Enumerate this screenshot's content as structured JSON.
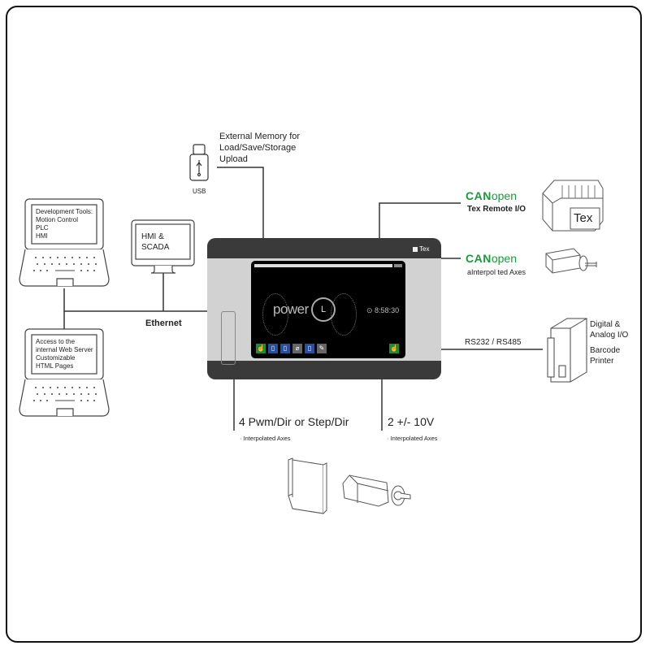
{
  "title": "Power L controller connectivity diagram",
  "device": {
    "brand": "Tex",
    "logo_text": "power",
    "logo_letter": "L",
    "clock": "8:58:30",
    "clock_icon": "clock-icon",
    "screen_buttons": [
      {
        "icon": "hand-icon",
        "color": "#1e8a3c"
      },
      {
        "icon": "document-icon",
        "color": "#2a4f9a"
      },
      {
        "icon": "document-search-icon",
        "color": "#2a4f9a"
      },
      {
        "icon": "paperclip-icon",
        "color": "#666666"
      },
      {
        "icon": "document-lock-icon",
        "color": "#2a4f9a"
      },
      {
        "icon": "document-edit-icon",
        "color": "#666666"
      },
      {
        "icon": "touch-icon",
        "color": "#1e8a3c"
      }
    ]
  },
  "usb": {
    "label": "USB",
    "description": [
      "External Memory for",
      "Load/Save/Storage",
      "Upload"
    ]
  },
  "laptops": [
    {
      "lines": [
        "Development Tools:",
        "Motion Control",
        "PLC",
        "HMI"
      ]
    },
    {
      "lines": [
        "Access to the",
        "internal Web Server",
        "Customizable",
        "HTML Pages"
      ]
    }
  ],
  "hmi": {
    "lines": [
      "HMI &",
      "SCADA"
    ]
  },
  "ethernet_label": "Ethernet",
  "canopen": [
    {
      "brand_bold": "CAN",
      "brand_light": "open",
      "label": "Tex Remote I/O",
      "device_label": "Tex"
    },
    {
      "brand_bold": "CAN",
      "brand_light": "open",
      "label": "aInterpol  ted Axes"
    }
  ],
  "serial": {
    "label": "RS232 / RS485",
    "devices": [
      "Digital &",
      "Analog I/O",
      "Barcode",
      "Printer"
    ]
  },
  "bottom": [
    {
      "label": "4 Pwm/Dir  or  Step/Dir",
      "sub": "· Interpolated Axes"
    },
    {
      "label": "2 +/- 10V",
      "sub": "· Interpolated Axes"
    }
  ],
  "colors": {
    "canopen_green": "#1a9a3a",
    "device_dark": "#3a3a3a",
    "device_panel": "#d2d2d2"
  }
}
